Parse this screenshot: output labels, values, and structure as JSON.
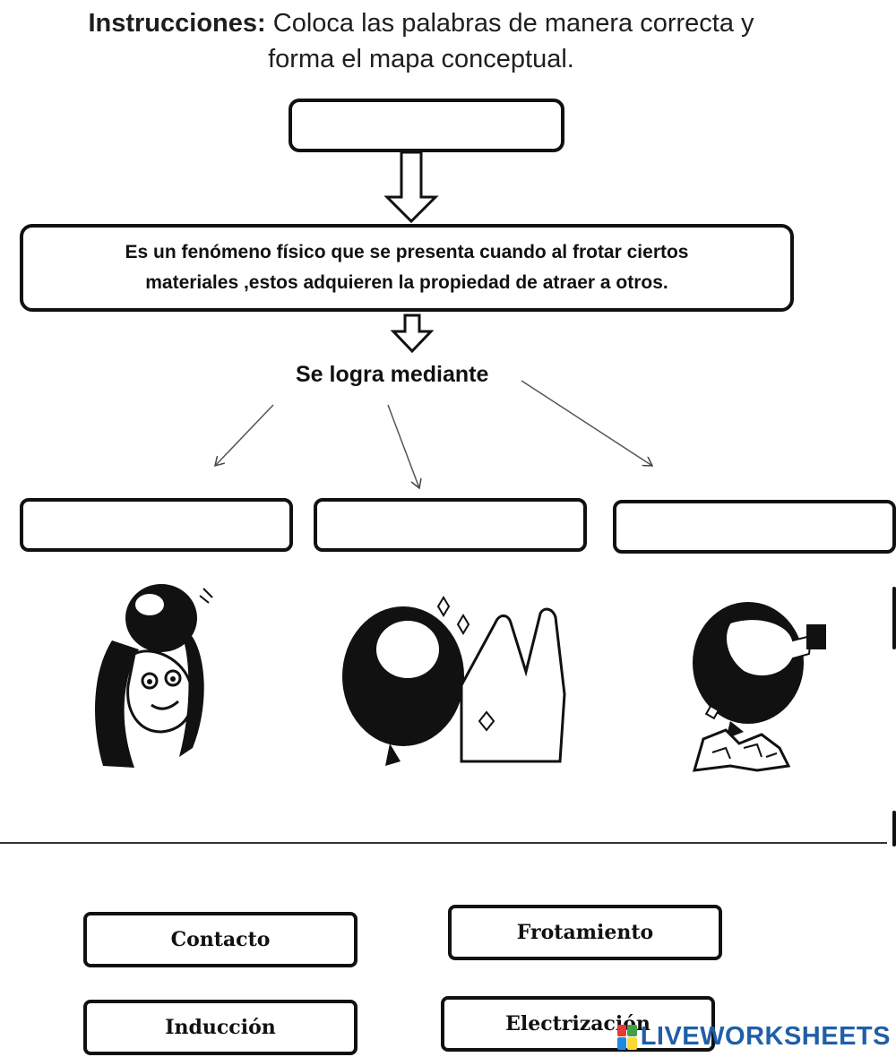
{
  "instructions": {
    "label": "Instrucciones:",
    "text_line1": "Coloca las  palabras de manera correcta y",
    "text_line2": "forma el mapa conceptual."
  },
  "definition": {
    "line1": "Es un fenómeno físico que se presenta cuando  al frotar ciertos",
    "line2": "materiales ,estos adquieren la propiedad de atraer a otros."
  },
  "subtitle": "Se logra mediante",
  "word_bank": {
    "contacto": "Contacto",
    "frotamiento": "Frotamiento",
    "induccion": "Inducción",
    "electrizacion": "Electrización"
  },
  "watermark": {
    "text": "LIVEWORKSHEETS",
    "colors": [
      "#e53935",
      "#43a047",
      "#1e88e5",
      "#fdd835"
    ]
  }
}
